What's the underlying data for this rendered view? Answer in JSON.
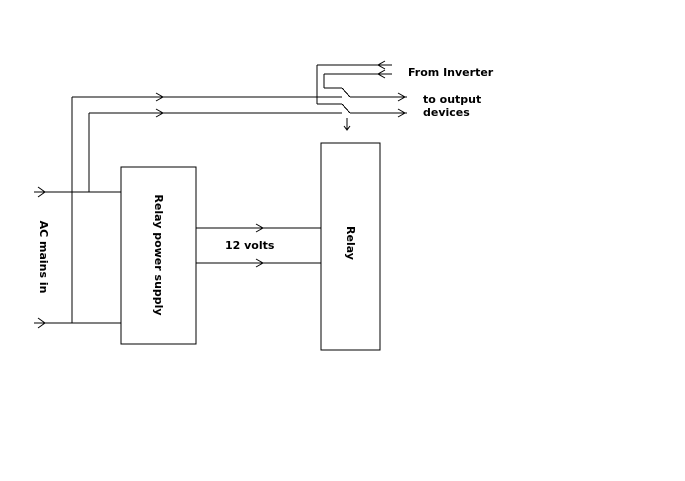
{
  "diagram": {
    "labels": {
      "from_inverter": "From Inverter",
      "to_output_line1": "to output",
      "to_output_line2": "devices",
      "relay_power_supply": "Relay power supply",
      "relay": "Relay",
      "twelve_volts": "12 volts",
      "ac_mains_in": "AC mains in"
    }
  }
}
